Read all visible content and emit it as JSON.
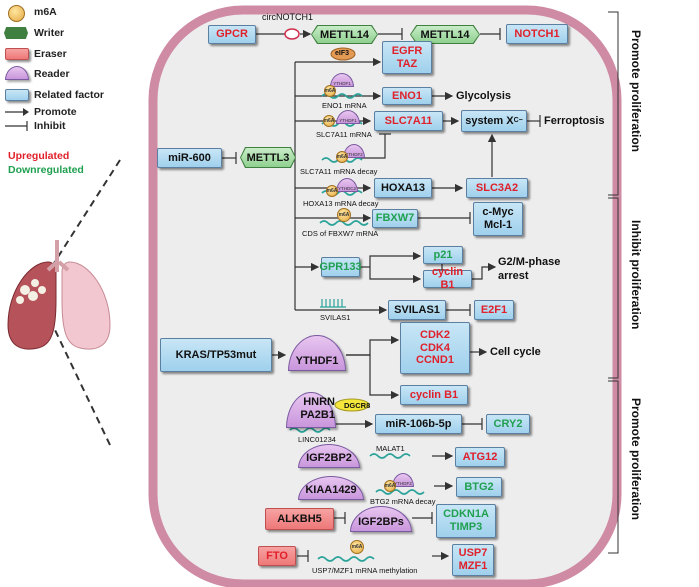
{
  "legend": {
    "m6a": "m6A",
    "writer": "Writer",
    "eraser": "Eraser",
    "reader": "Reader",
    "related": "Related factor",
    "promote": "Promote",
    "inhibit": "Inhibit",
    "upregulated": "Upregulated",
    "downregulated": "Downregulated"
  },
  "colors": {
    "up": "#e0202a",
    "down": "#20a050",
    "cell_border": "#cf8aa4"
  },
  "top": {
    "gpcr": "GPCR",
    "circ": "circNOTCH1",
    "mettl14a": "METTL14",
    "mettl14b": "METTL14",
    "notch1": "NOTCH1"
  },
  "upper": {
    "eif3": "eIF3",
    "egfr": "EGFR",
    "taz": "TAZ",
    "eno1_mrna": "ENO1 mRNA",
    "eno1": "ENO1",
    "glycolysis": "Glycolysis",
    "slc7a11_mrna": "SLC7A11 mRNA",
    "slc7a11": "SLC7A11",
    "systemxc": "system X",
    "systemxc_sub": "C",
    "systemxc_sup": "−",
    "ferroptosis": "Ferroptosis",
    "slc7a11_decay": "SLC7A11 mRNA decay",
    "mir600": "miR-600",
    "mettl3": "METTL3",
    "hoxa13": "HOXA13",
    "slc3a2": "SLC3A2",
    "hoxa13_decay": "HOXA13 mRNA decay",
    "fbxw7": "FBXW7",
    "cmyc": "c-Myc",
    "mcl1": "Mcl-1",
    "cds_fbxw7": "CDS of FBXW7 mRNA",
    "gpr133": "GPR133",
    "p21": "p21",
    "cyclinb1a": "cyclin B1",
    "g2m": "G2/M-phase",
    "arrest": "arrest",
    "svilas1_small": "SVILAS1",
    "svilas1": "SVILAS1",
    "e2f1": "E2F1",
    "ythdf1_tag": "YTHDF1",
    "ythdf2_tag": "YTHDF2",
    "ythdc2_tag": "YTHDC2",
    "m6a_tag": "m6A"
  },
  "middle": {
    "kras": "KRAS/TP53mut",
    "ythdf1": "YTHDF1",
    "cdk2": "CDK2",
    "cdk4": "CDK4",
    "ccnd1": "CCND1",
    "cellcycle": "Cell cycle",
    "cyclinb1b": "cyclin B1"
  },
  "lower": {
    "hnrn": "HNRN",
    "pa2b1": "PA2B1",
    "dgcr8": "DGCR8",
    "linc": "LINC01234",
    "mir106": "miR-106b-5p",
    "cry2": "CRY2",
    "igf2bp2": "IGF2BP2",
    "malat1": "MALAT1",
    "atg12": "ATG12",
    "kiaa": "KIAA1429",
    "btg2_decay": "BTG2 mRNA decay",
    "btg2": "BTG2",
    "alkbh5": "ALKBH5",
    "igf2bps": "IGF2BPs",
    "cdkn1a": "CDKN1A",
    "timp3": "TIMP3",
    "fto": "FTO",
    "usp7_meth": "USP7/MZF1 mRNA methylation",
    "usp7": "USP7",
    "mzf1": "MZF1"
  },
  "side": {
    "promote1": "Promote proliferation",
    "inhibit": "Inhibit proliferation",
    "promote2": "Promote proliferation"
  }
}
